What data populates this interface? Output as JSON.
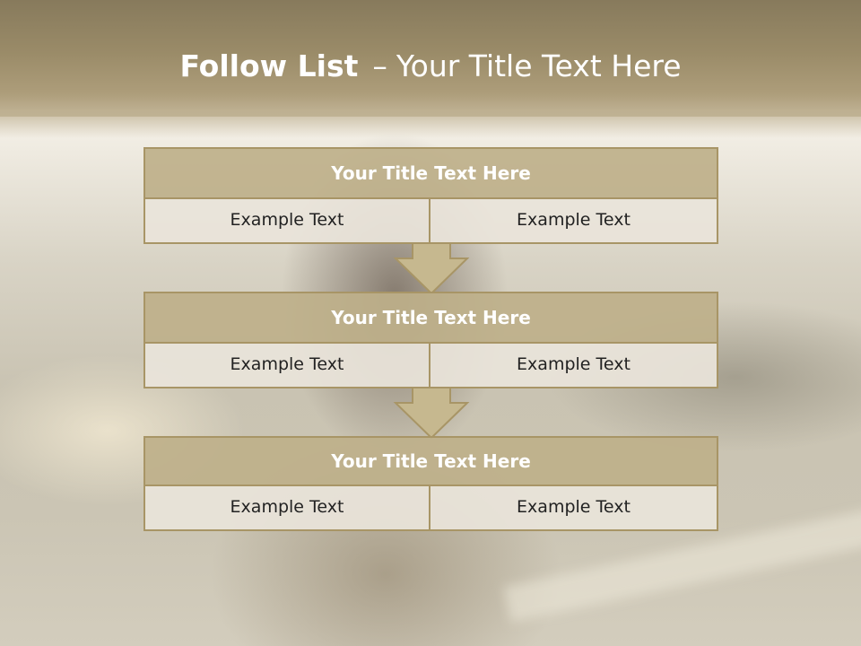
{
  "slide": {
    "title_bold": "Follow List",
    "title_dash": "–",
    "title_rest": "Your Title Text Here"
  },
  "blocks": [
    {
      "title": "Your Title Text Here",
      "cells": [
        "Example Text",
        "Example Text"
      ]
    },
    {
      "title": "Your Title Text Here",
      "cells": [
        "Example Text",
        "Example Text"
      ]
    },
    {
      "title": "Your Title Text Here",
      "cells": [
        "Example Text",
        "Example Text"
      ]
    }
  ],
  "colors": {
    "header": "#9a8b68",
    "block_title_fill": "#beb08a",
    "block_border": "#a89566",
    "cell_fill": "#e9e4da",
    "arrow_fill": "#c6b88f"
  },
  "icons": [
    "down-arrow-icon"
  ]
}
